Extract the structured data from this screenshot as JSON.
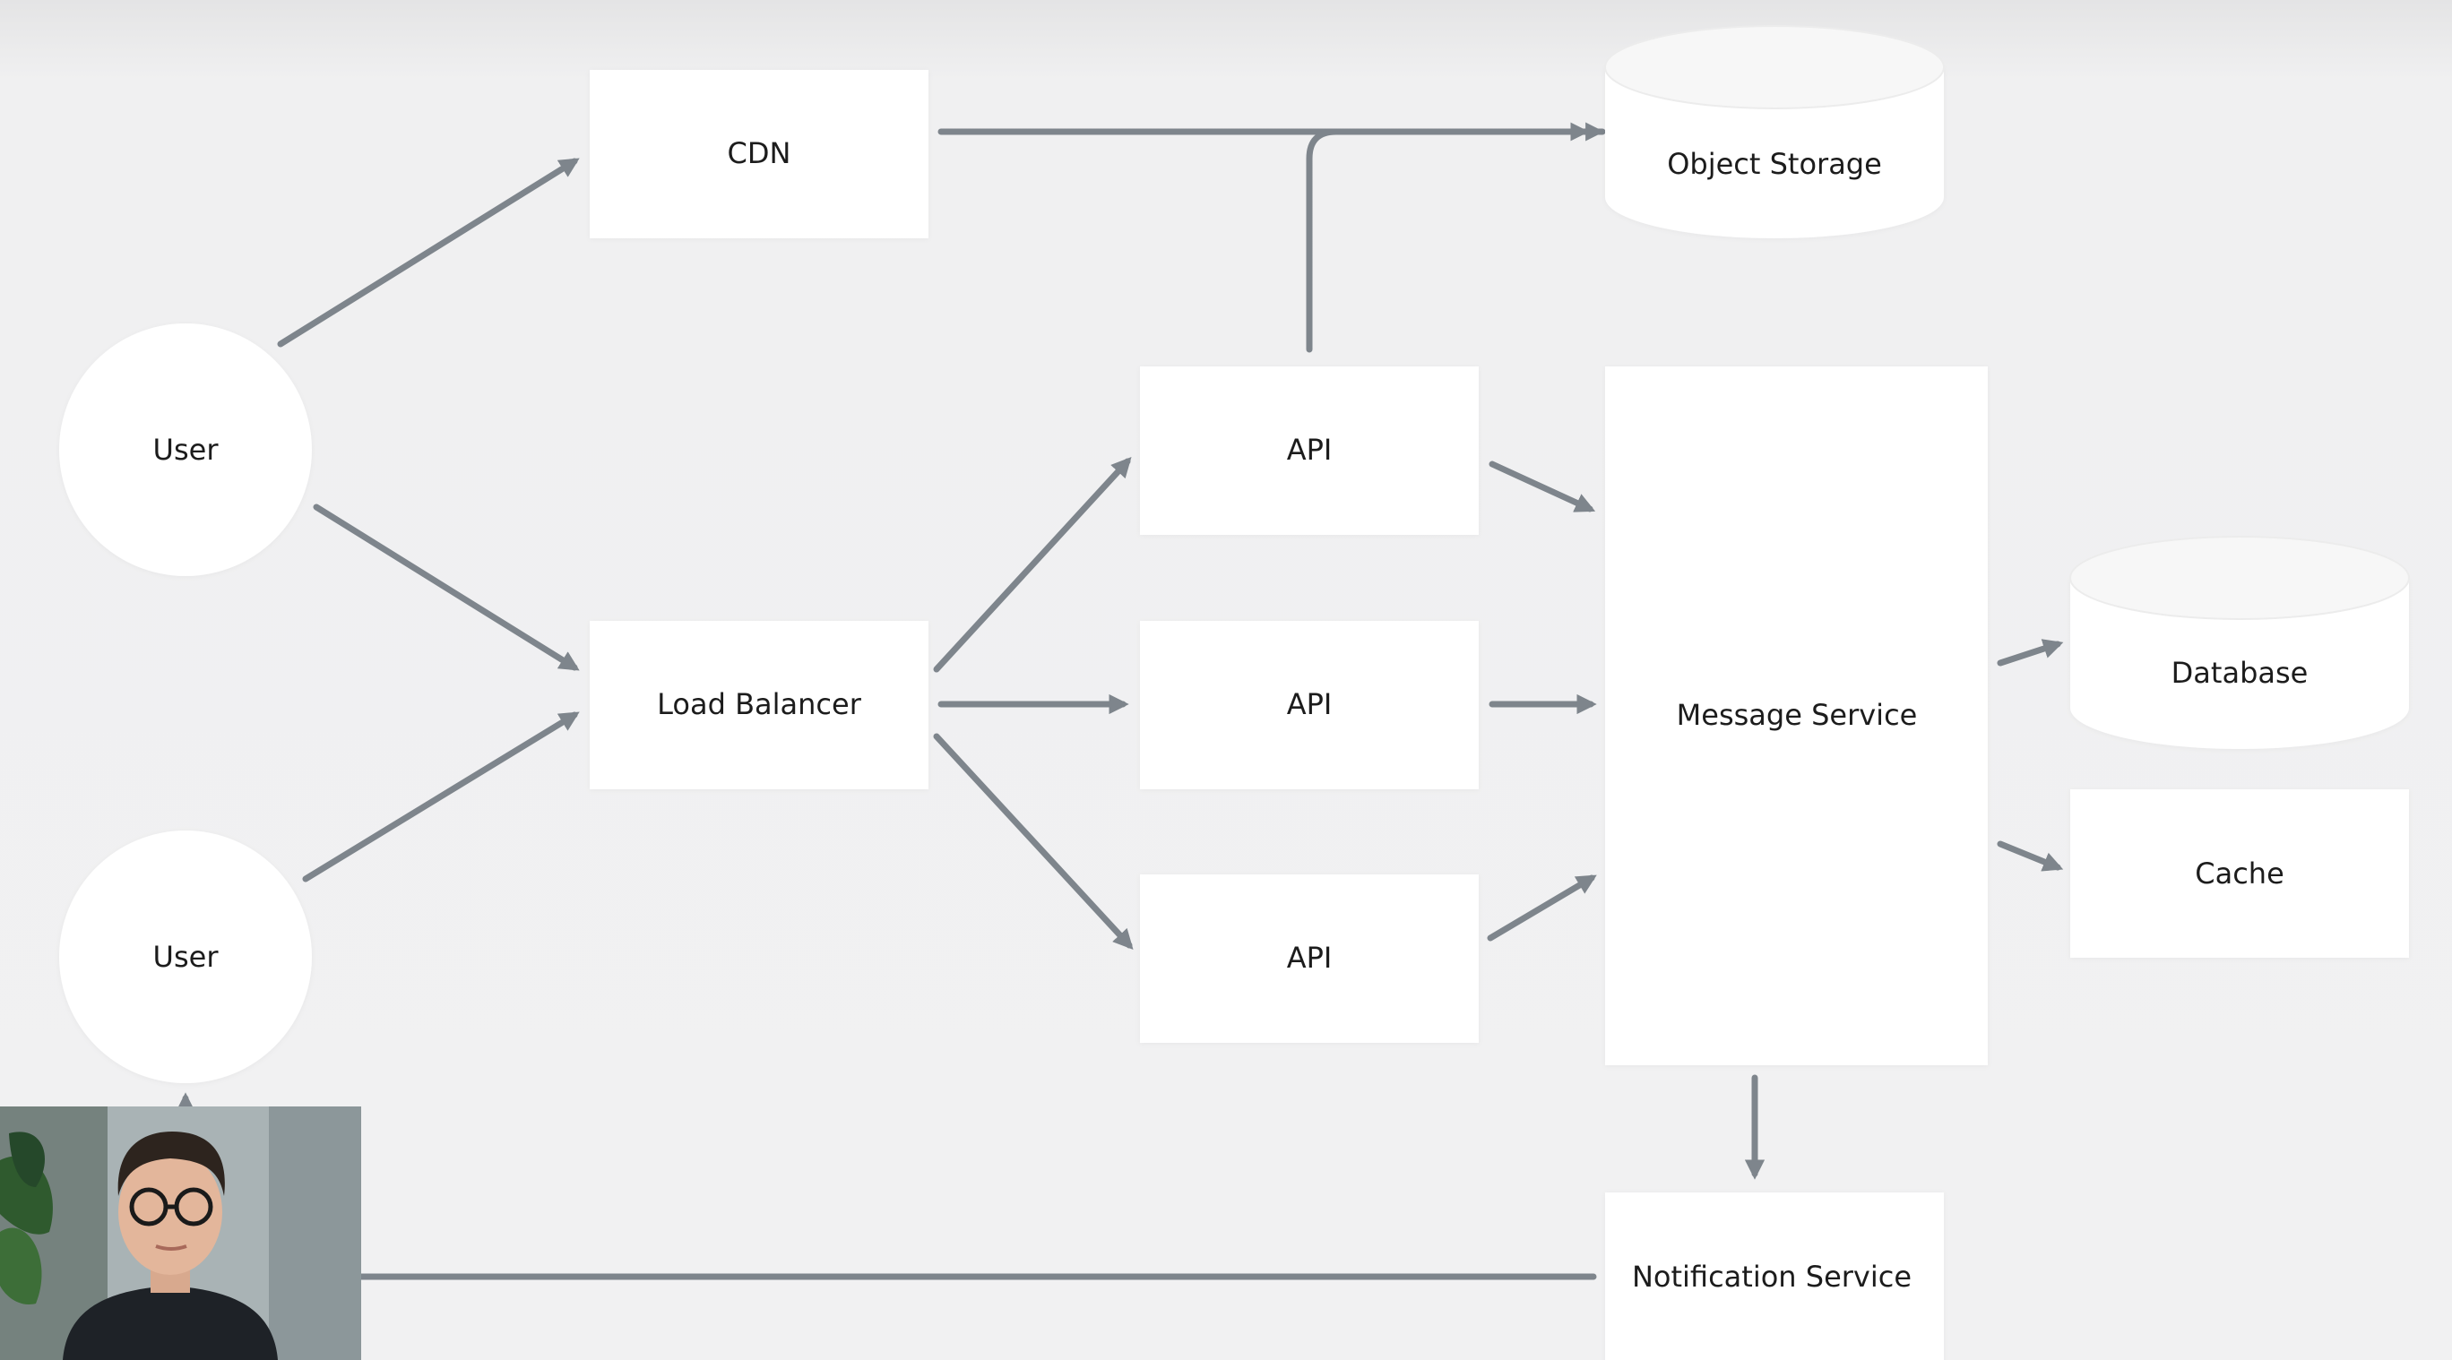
{
  "diagram": {
    "nodes": {
      "user_top": "User",
      "user_bottom": "User",
      "cdn": "CDN",
      "load_balancer": "Load Balancer",
      "api_1": "API",
      "api_2": "API",
      "api_3": "API",
      "object_storage": "Object Storage",
      "message_service": "Message Service",
      "database": "Database",
      "cache": "Cache",
      "notification_service": "Notification Service"
    }
  },
  "colors": {
    "background": "#f0f0f1",
    "node_fill": "#ffffff",
    "edge": "#7e858c",
    "text": "#1c1c1c"
  },
  "webcam": {
    "icon": "presenter-webcam-video"
  }
}
